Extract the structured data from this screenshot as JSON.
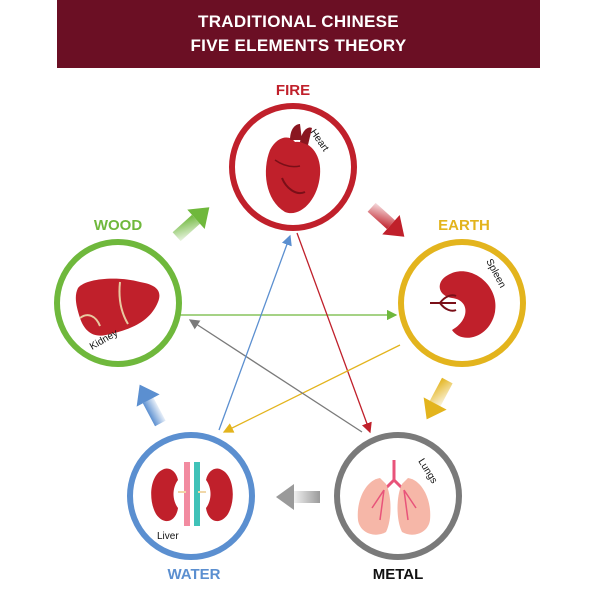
{
  "title": {
    "line1": "TRADITIONAL CHINESE",
    "line2": "FIVE ELEMENTS THEORY"
  },
  "elements": {
    "fire": {
      "name": "FIRE",
      "organ": "Heart",
      "color": "#c0202b"
    },
    "earth": {
      "name": "EARTH",
      "organ": "Spleen",
      "color": "#e3b41d"
    },
    "metal": {
      "name": "METAL",
      "organ": "Lungs",
      "color": "#7a7a7a"
    },
    "water": {
      "name": "WATER",
      "organ": "Liver",
      "color": "#5b8fd0"
    },
    "wood": {
      "name": "WOOD",
      "organ": "Kidney",
      "color": "#6fb83c"
    }
  },
  "colors": {
    "banner": "#6b0f24",
    "metal_label": "#111111"
  }
}
